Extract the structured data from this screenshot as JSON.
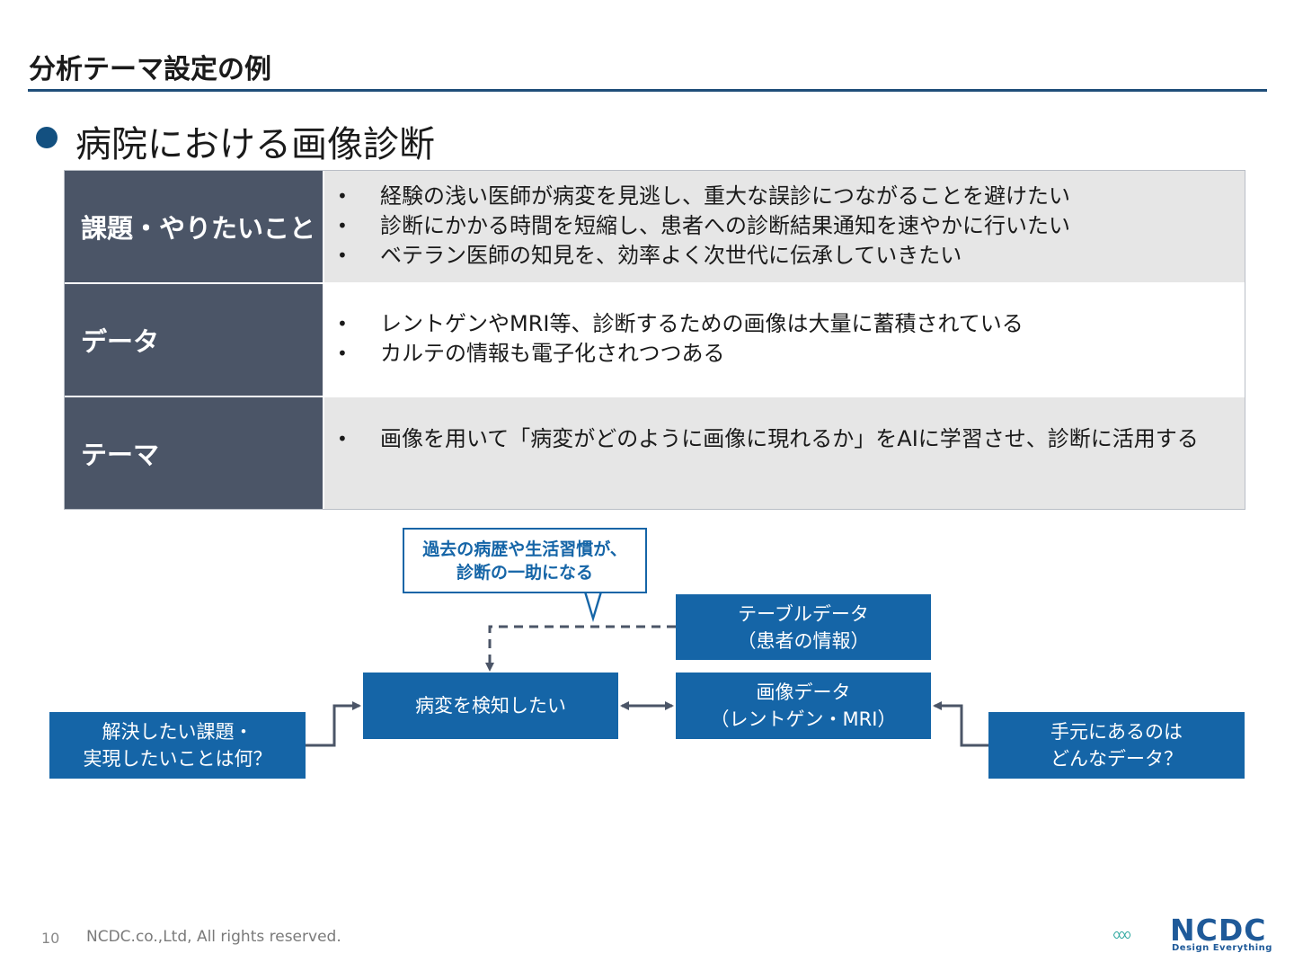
{
  "header": {
    "title": "分析テーマ設定の例"
  },
  "section": {
    "heading": "病院における画像診断"
  },
  "table": {
    "rows": [
      {
        "head": "課題・やりたいこと",
        "items": [
          "経験の浅い医師が病変を見逃し、重大な誤診につながることを避けたい",
          "診断にかかる時間を短縮し、患者への診断結果通知を速やかに行いたい",
          "ベテラン医師の知見を、効率よく次世代に伝承していきたい"
        ]
      },
      {
        "head": "データ",
        "items": [
          "レントゲンやMRI等、診断するための画像は大量に蓄積されている",
          "カルテの情報も電子化されつつある"
        ]
      },
      {
        "head": "テーマ",
        "items": [
          "画像を用いて「病変がどのように画像に現れるか」をAIに学習させ、診断に活用する"
        ]
      }
    ]
  },
  "flow": {
    "callout": {
      "line1": "過去の病歴や生活習慣が、",
      "line2": "診断の一助になる"
    },
    "goal": {
      "line1": "解決したい課題・",
      "line2": "実現したいことは何？"
    },
    "detect": "病変を検知したい",
    "table_data": {
      "line1": "テーブルデータ",
      "line2": "（患者の情報）"
    },
    "image_data": {
      "line1": "画像データ",
      "line2": "（レントゲン・MRI）"
    },
    "on_hand": {
      "line1": "手元にあるのは",
      "line2": "どんなデータ？"
    }
  },
  "footer": {
    "page": "10",
    "copyright": "NCDC.co.,Ltd, All rights reserved.",
    "logo_text": "NCDC",
    "logo_sub": "Design Everything"
  },
  "colors": {
    "accent": "#1565a7",
    "header_cell": "#4b5567",
    "rule": "#1f4e79"
  }
}
